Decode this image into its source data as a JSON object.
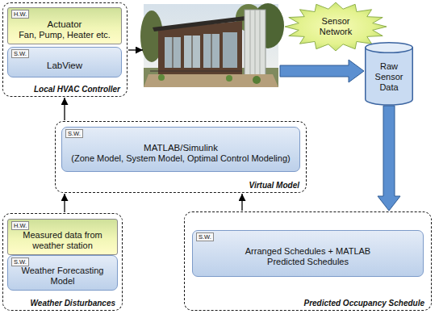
{
  "diagram": {
    "nodes": [
      {
        "text": [
          "Local HVAC Controller"
        ]
      },
      {
        "text": [
          "H.W.",
          "Actuator",
          "Fan, Pump, Heater etc."
        ],
        "in": 0
      },
      {
        "text": [
          "S.W.",
          "LabView"
        ],
        "in": 0
      },
      {
        "text": [
          "Sensor Network"
        ]
      },
      {
        "text": [
          "Raw Sensor Data"
        ]
      },
      {
        "text": [
          "Virtual Model"
        ]
      },
      {
        "text": [
          "S.W.",
          "MATLAB/Simulink",
          "(Zone Model, System Model, Optimal Control Modeling)"
        ],
        "in": 5
      },
      {
        "text": [
          "Weather Disturbances"
        ]
      },
      {
        "text": [
          "H.W.",
          "Measured data from weather station"
        ],
        "in": 7
      },
      {
        "text": [
          "S.W.",
          "Weather Forecasting Model"
        ],
        "in": 7
      },
      {
        "text": [
          "Predicted Occupancy Schedule"
        ]
      },
      {
        "text": [
          "S.W.",
          "Arranged Schedules + MATLAB Predicted Schedules"
        ],
        "in": 10
      }
    ],
    "edges": [
      {
        "from": 5,
        "to": 0,
        "arrow": "to"
      },
      {
        "from": 7,
        "to": 5,
        "arrow": "to"
      },
      {
        "from": 10,
        "to": 5,
        "arrow": "to"
      },
      {
        "from": 4,
        "to": 10,
        "arrow": "to"
      }
    ]
  }
}
